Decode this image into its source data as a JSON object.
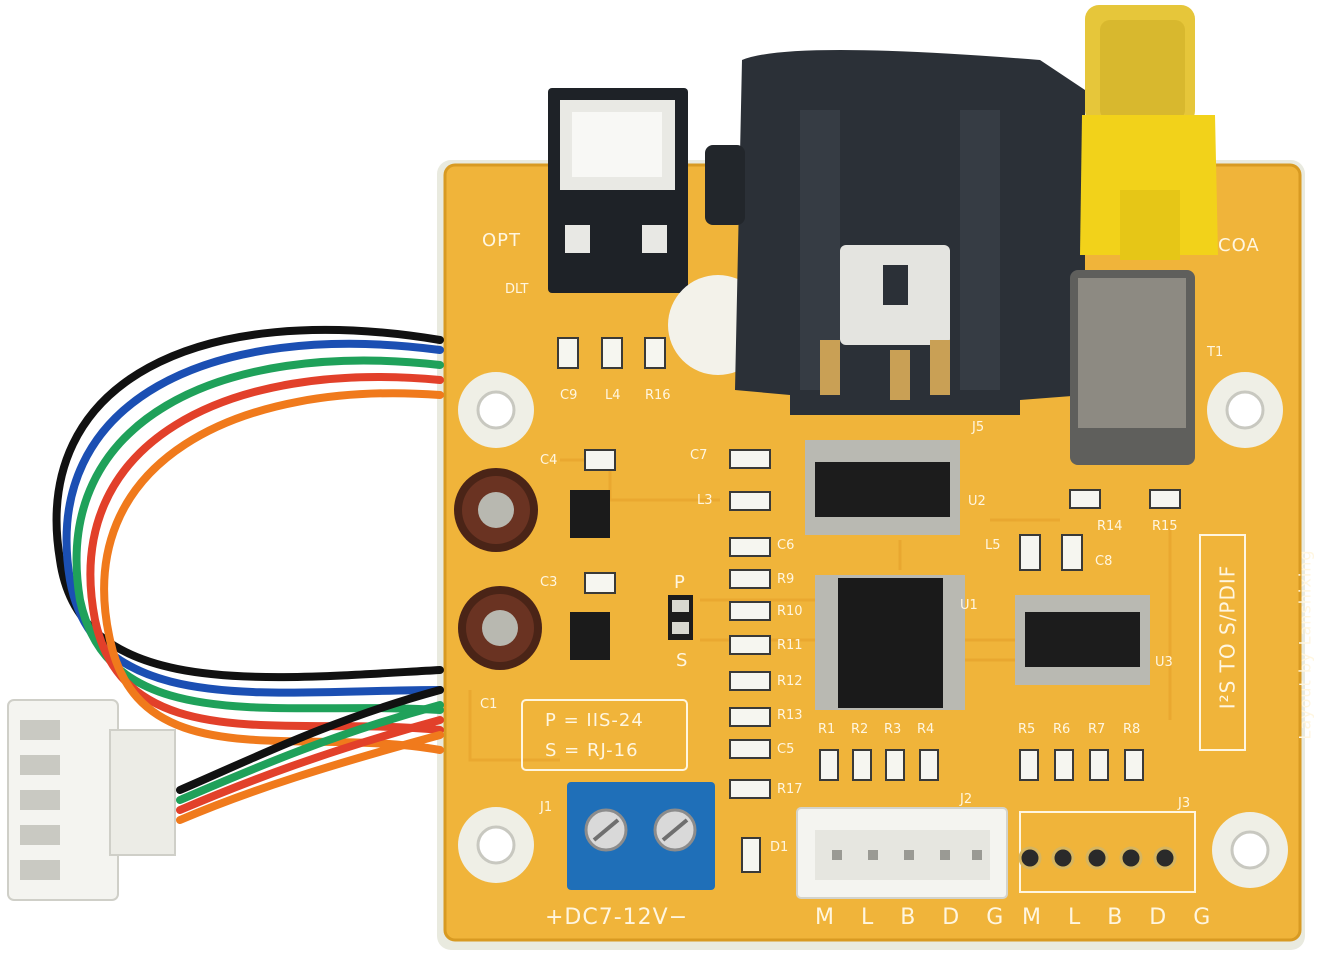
{
  "board": {
    "colors": {
      "pcb": "#f0b43a",
      "pcb_edge": "#d89a22",
      "silkscreen": "#fff6e0",
      "connector_black": "#2b3037",
      "rca_yellow": "#f2d21a",
      "terminal_blue": "#1f6fb8",
      "header_white": "#f4f4f0"
    },
    "silkscreen": {
      "opt": "OPT",
      "dlt": "DLT",
      "coa": "COA",
      "c9": "C9",
      "l4": "L4",
      "r16": "R16",
      "c4": "C4",
      "c7": "C7",
      "l3": "L3",
      "c3": "C3",
      "c1": "C1",
      "j5": "J5",
      "t1": "T1",
      "u2": "U2",
      "u1": "U1",
      "u3": "U3",
      "r14": "R14",
      "r15": "R15",
      "l5": "L5",
      "c8": "C8",
      "c6": "C6",
      "c5": "C5",
      "r9": "R9",
      "r10": "R10",
      "r11": "R11",
      "r12": "R12",
      "r13": "R13",
      "r17": "R17",
      "r1": "R1",
      "r2": "R2",
      "r3": "R3",
      "r4": "R4",
      "r5": "R5",
      "r6": "R6",
      "r7": "R7",
      "r8": "R8",
      "j1": "J1",
      "j2": "J2",
      "j3": "J3",
      "d1": "D1",
      "p": "P",
      "s": "S",
      "mode_p": "P = IIS-24",
      "mode_s": "S = RJ-16",
      "power": "+DC7-12V−",
      "pins_left": "M L B D G",
      "pins_right": "M L B D G",
      "title": "I²S TO S/PDIF",
      "layout": "Layout by Lanshixing"
    }
  }
}
